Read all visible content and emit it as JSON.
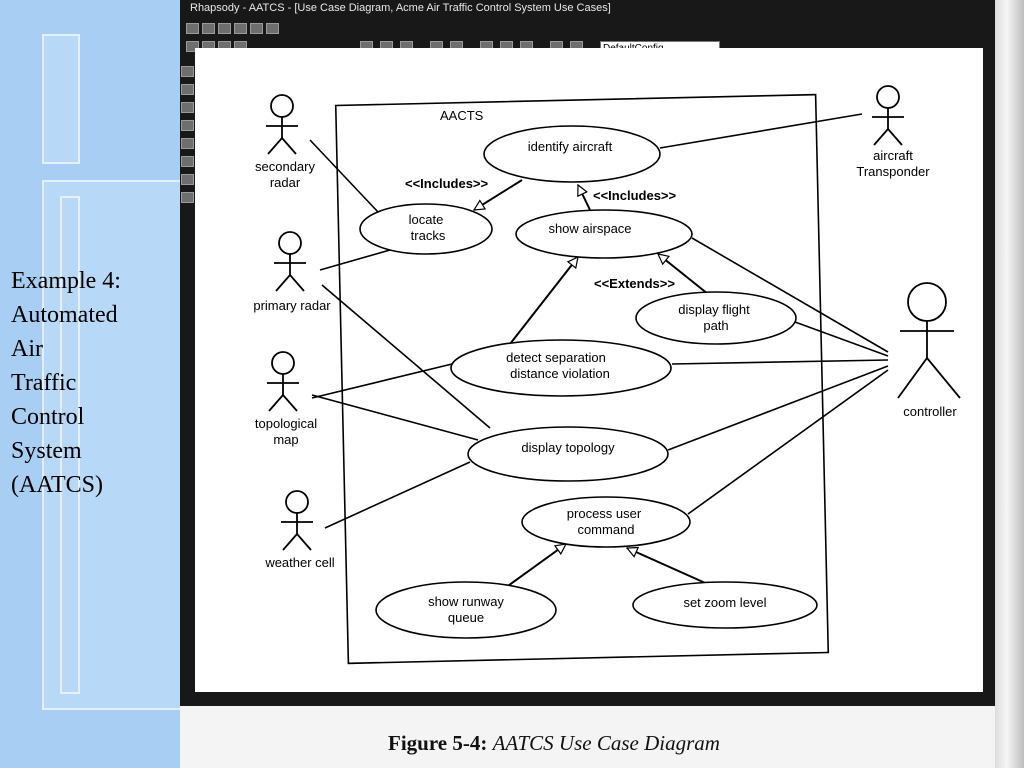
{
  "slide": {
    "title_lines": [
      "Example 4:",
      "Automated",
      "Air",
      "Traffic",
      "Control",
      "System",
      "(AATCS)"
    ]
  },
  "window": {
    "title": "Rhapsody - AATCS - [Use Case Diagram, Acme Air Traffic Control System Use Cases]",
    "config_value": "DefaultConfig"
  },
  "diagram": {
    "system_boundary": "AACTS",
    "actors": {
      "secondary_radar": [
        "secondary",
        "radar"
      ],
      "primary_radar": [
        "primary radar"
      ],
      "topological_map": [
        "topological",
        "map"
      ],
      "weather_cell": [
        "weather cell"
      ],
      "aircraft_transponder": [
        "aircraft",
        "Transponder"
      ],
      "controller": [
        "controller"
      ]
    },
    "use_cases": {
      "identify_aircraft": [
        "identify aircraft"
      ],
      "locate_tracks": [
        "locate",
        "tracks"
      ],
      "show_airspace": [
        "show airspace"
      ],
      "display_flight_path": [
        "display flight",
        "path"
      ],
      "detect_separation": [
        "detect separation",
        "distance violation"
      ],
      "display_topology": [
        "display topology"
      ],
      "process_user_command": [
        "process user",
        "command"
      ],
      "show_runway_queue": [
        "show runway",
        "queue"
      ],
      "set_zoom_level": [
        "set zoom level"
      ]
    },
    "relations": {
      "includes_1": "<<Includes>>",
      "includes_2": "<<Includes>>",
      "extends_1": "<<Extends>>"
    }
  },
  "caption": {
    "number": "Figure 5-4:",
    "title": "AATCS Use Case Diagram"
  }
}
